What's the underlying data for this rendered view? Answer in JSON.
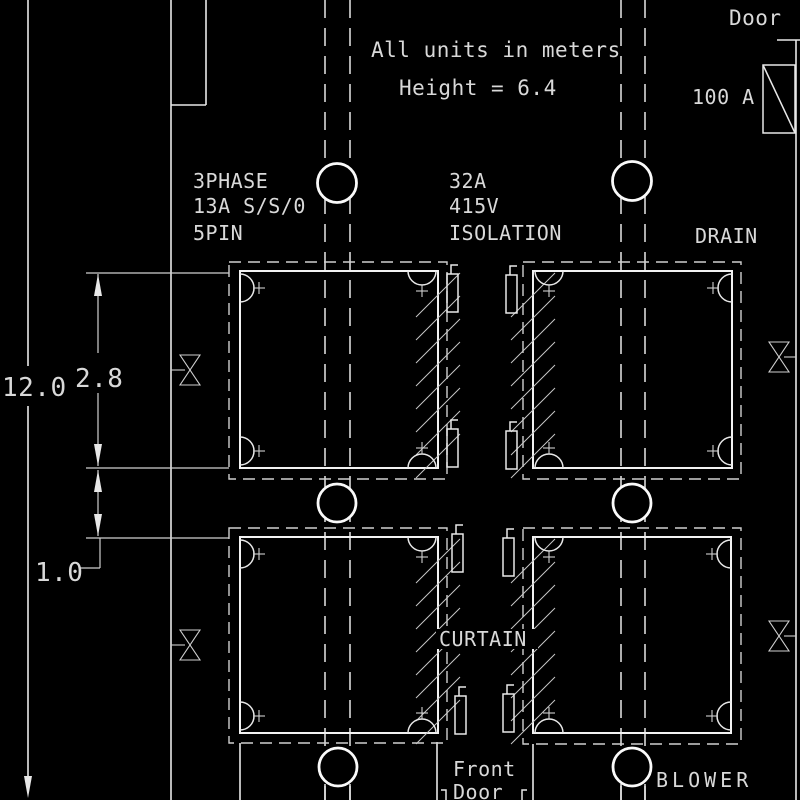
{
  "colors": {
    "background": "#000000",
    "line": "#e8e8e8",
    "text": "#d9d9d9"
  },
  "notes": {
    "units_note": "All units in meters",
    "height_note": "Height = 6.4"
  },
  "top_right": {
    "door_label": "Door",
    "breaker_rating": "100 A"
  },
  "equipment": {
    "power_spec_line1": "3PHASE",
    "power_spec_line2": "13A S/S/0",
    "power_spec_line3": "5PIN",
    "isolator_line1": "32A",
    "isolator_line2": "415V",
    "isolator_line3": "ISOLATION",
    "drain_label": "DRAIN",
    "curtain_label": "CURTAIN",
    "blower_label": "BLOWER",
    "front_door_line1": "Front",
    "front_door_line2": "Door"
  },
  "dimensions": {
    "overall_height": "12.0",
    "room_height": "2.8",
    "gap": "1.0"
  }
}
